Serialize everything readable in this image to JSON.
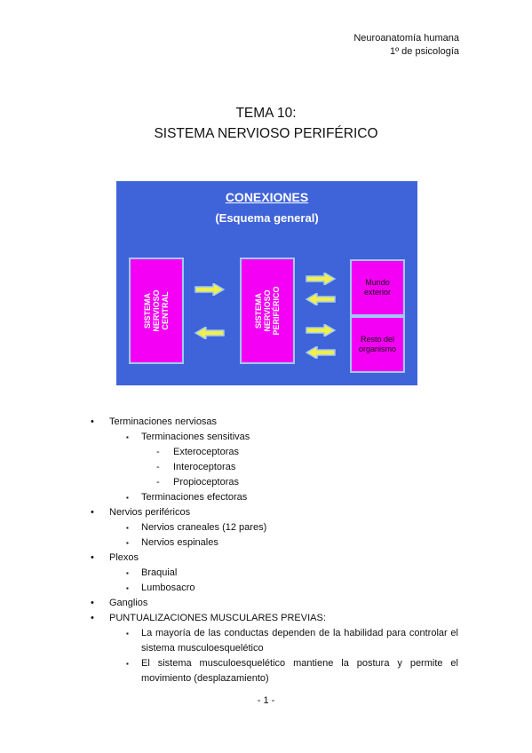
{
  "header": {
    "line1": "Neuroanatomía humana",
    "line2": "1º de psicología"
  },
  "title": {
    "line1": "TEMA 10:",
    "line2": "SISTEMA NERVIOSO PERIFÉRICO"
  },
  "diagram": {
    "title": "CONEXIONES",
    "subtitle": "(Esquema general)",
    "snc": "SISTEMA\nNERVIOSO\nCENTRAL",
    "snp": "SISTEMA\nNERVIOSO\nPERIFÉRICO",
    "mundo": "Mundo\nexterior",
    "resto": "Resto del\norganismo",
    "colors": {
      "background": "#3f63d8",
      "box": "#f400f4",
      "arrow": "#f2ef4a"
    }
  },
  "outline": [
    {
      "level": 0,
      "marker": "•",
      "text": "Terminaciones nerviosas"
    },
    {
      "level": 1,
      "marker": "▪",
      "text": "Terminaciones sensitivas"
    },
    {
      "level": 2,
      "marker": "-",
      "text": "Exteroceptoras"
    },
    {
      "level": 2,
      "marker": "-",
      "text": "Interoceptoras"
    },
    {
      "level": 2,
      "marker": "-",
      "text": "Propioceptoras"
    },
    {
      "level": 1,
      "marker": "▪",
      "text": "Terminaciones efectoras"
    },
    {
      "level": 0,
      "marker": "•",
      "text": "Nervios periféricos"
    },
    {
      "level": 1,
      "marker": "▪",
      "text": "Nervios craneales (12 pares)"
    },
    {
      "level": 1,
      "marker": "▪",
      "text": "Nervios espinales"
    },
    {
      "level": 0,
      "marker": "•",
      "text": "Plexos"
    },
    {
      "level": 1,
      "marker": "▪",
      "text": "Braquial"
    },
    {
      "level": 1,
      "marker": "▪",
      "text": "Lumbosacro"
    },
    {
      "level": 0,
      "marker": "•",
      "text": "Ganglios"
    },
    {
      "level": 0,
      "marker": "•",
      "text": "PUNTUALIZACIONES MUSCULARES PREVIAS:"
    },
    {
      "level": 1,
      "marker": "▪",
      "text": "La mayoría de las conductas dependen de la habilidad para controlar el"
    },
    {
      "level": 1,
      "marker": "",
      "text": "sistema musculoesquelético"
    },
    {
      "level": 1,
      "marker": "▪",
      "text": "El sistema musculoesquelético mantiene la postura y permite el"
    },
    {
      "level": 1,
      "marker": "",
      "text": "movimiento (desplazamiento)"
    }
  ],
  "footer": {
    "page": "- 1 -"
  }
}
